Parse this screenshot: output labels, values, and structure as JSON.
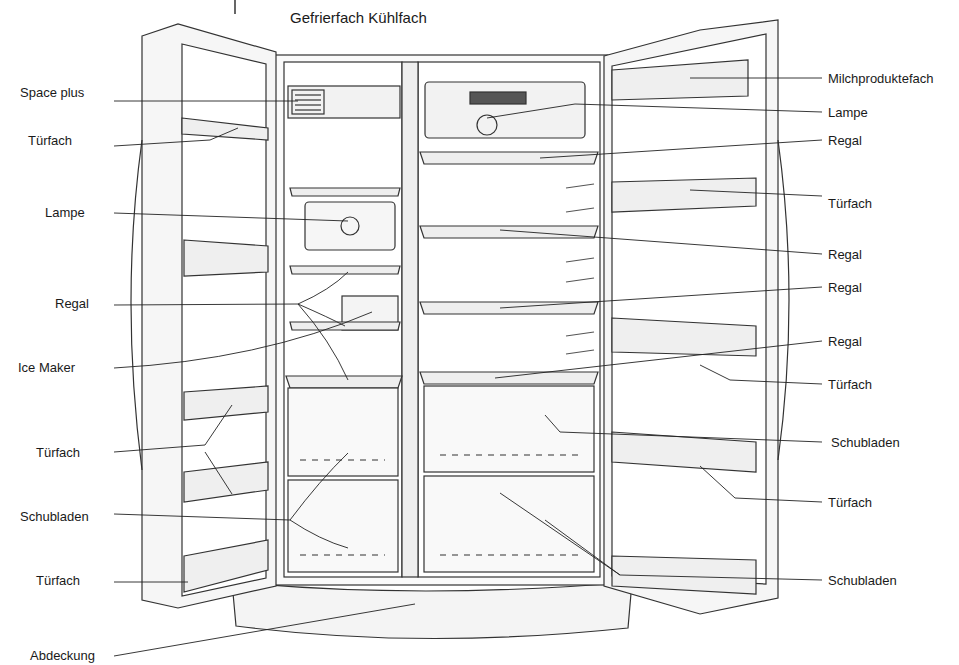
{
  "diagram": {
    "labels": [
      "Gefrierfach Kühlfach",
      "Space plus",
      "Türfach",
      "Lampe",
      "Regal",
      "Ice Maker",
      "Türfach",
      "Schubladen",
      "Türfach",
      "Abdeckung",
      "Milchproduktefach",
      "Lampe",
      "Regal",
      "Türfach",
      "Regal",
      "Regal",
      "Regal",
      "Türfach",
      "Schubladen",
      "Türfach",
      "Schubladen"
    ]
  }
}
